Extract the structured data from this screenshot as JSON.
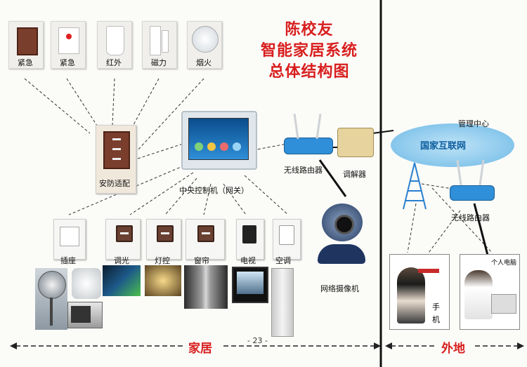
{
  "title_lines": [
    "陈校友",
    "智能家居系统",
    "总体结构图"
  ],
  "sensors": [
    "紧急",
    "紧急",
    "红外",
    "磁力",
    "烟火"
  ],
  "adapter_label": "安防适配",
  "controller_label": "中央控制机（网关）",
  "home_devices": [
    "插座",
    "调光",
    "灯控",
    "窗帘",
    "电视",
    "空调"
  ],
  "router_home_label": "无线路由器",
  "modem_label": "调解器",
  "camera_label": "网络摄像机",
  "cloud_label": "国家互联网",
  "management_label": "管理中心",
  "router_remote_label": "无线路由器",
  "phone_label": [
    "手",
    "机"
  ],
  "pc_label": "个人电脑",
  "zone_home": "家居",
  "zone_remote": "外地",
  "page_number": "- 23 -",
  "colors": {
    "title": "#d81e1e",
    "cloud": "#2a8fd0",
    "router": "#2f8fd8",
    "divider": "#111111"
  }
}
